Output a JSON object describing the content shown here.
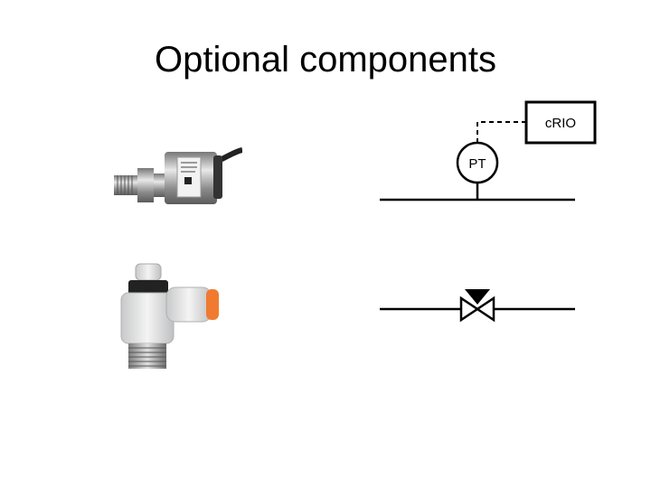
{
  "slide": {
    "title": "Optional components"
  },
  "diagram": {
    "controller_label": "cRIO",
    "transmitter_label": "PT"
  },
  "images": {
    "top": "pressure-transducer-photo",
    "bottom": "flow-control-valve-photo"
  },
  "colors": {
    "line": "#000000",
    "fitting_orange": "#f07a30",
    "body_white": "#e9eaea",
    "metal": "#b9b9b9"
  }
}
